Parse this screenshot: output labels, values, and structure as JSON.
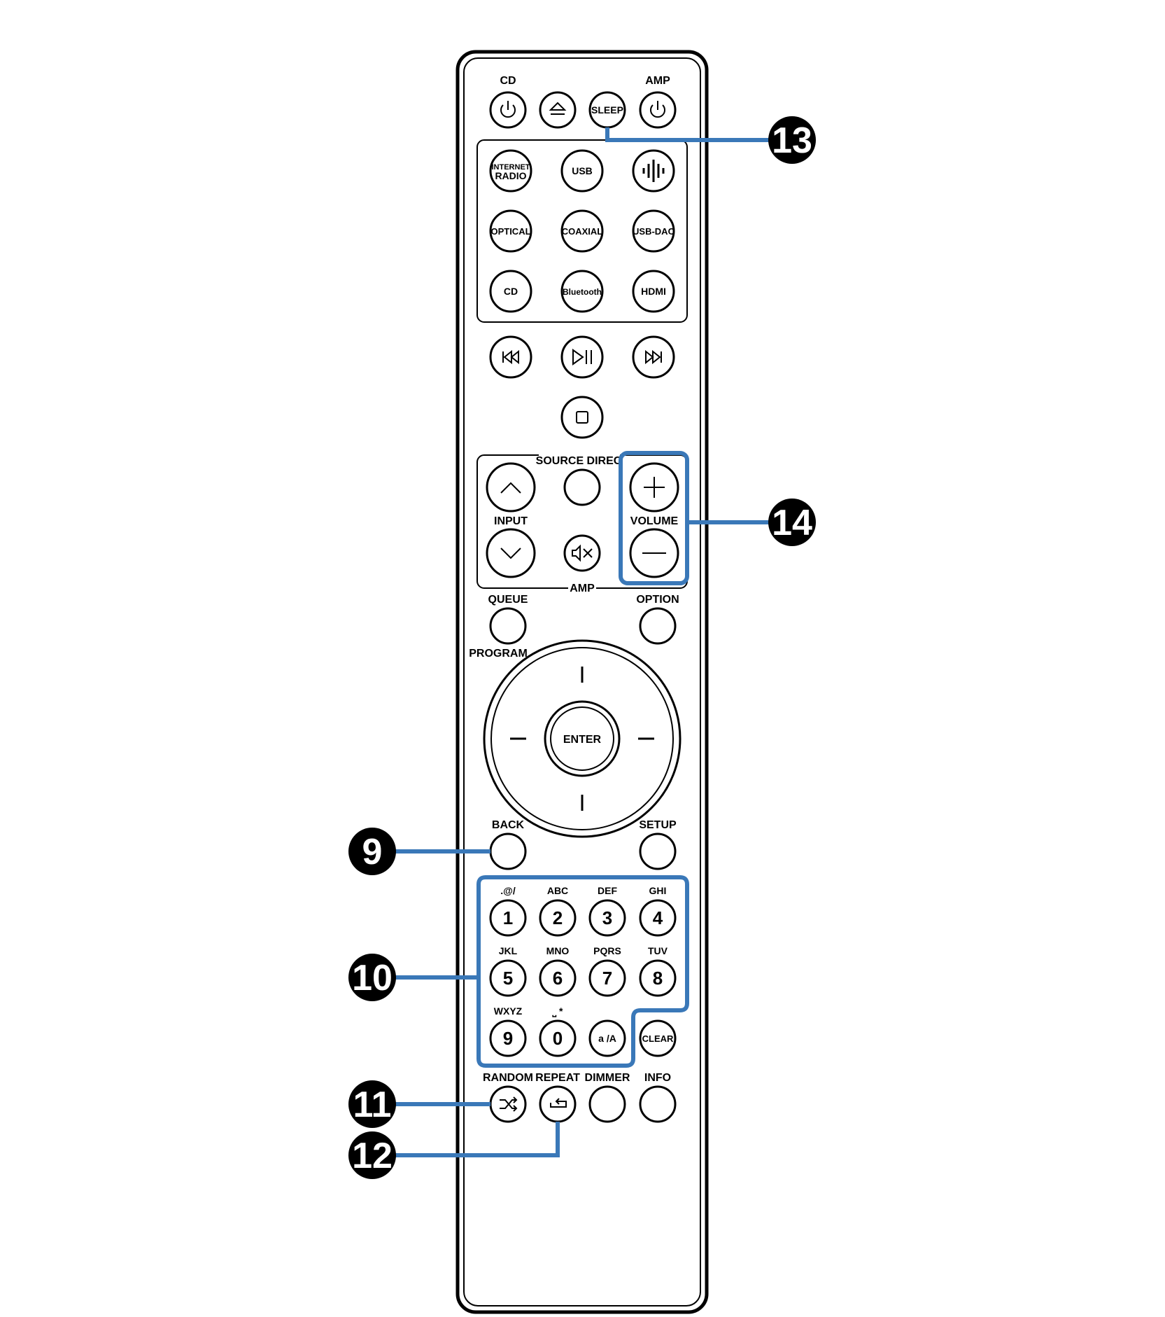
{
  "remote": {
    "top": {
      "cd_label": "CD",
      "amp_label": "AMP",
      "sleep": "SLEEP"
    },
    "sources": {
      "internet_radio_line1": "INTERNET",
      "internet_radio_line2": "RADIO",
      "usb": "USB",
      "optical": "OPTICAL",
      "coaxial": "COAXIAL",
      "usb_dac": "USB-DAC",
      "cd": "CD",
      "bluetooth": "Bluetooth",
      "hdmi": "HDMI"
    },
    "amp_panel": {
      "source_direct": "SOURCE DIREC",
      "input": "INPUT",
      "volume": "VOLUME",
      "amp": "AMP"
    },
    "nav": {
      "queue": "QUEUE",
      "option": "OPTION",
      "program": "PROGRAM",
      "enter": "ENTER",
      "back": "BACK",
      "setup": "SETUP"
    },
    "keypad": [
      {
        "num": "1",
        "letters": ".@/"
      },
      {
        "num": "2",
        "letters": "ABC"
      },
      {
        "num": "3",
        "letters": "DEF"
      },
      {
        "num": "4",
        "letters": "GHI"
      },
      {
        "num": "5",
        "letters": "JKL"
      },
      {
        "num": "6",
        "letters": "MNO"
      },
      {
        "num": "7",
        "letters": "PQRS"
      },
      {
        "num": "8",
        "letters": "TUV"
      },
      {
        "num": "9",
        "letters": "WXYZ"
      },
      {
        "num": "0",
        "letters": "⎵ *"
      }
    ],
    "keypad_extra": {
      "case_toggle": "a /A",
      "clear": "CLEAR"
    },
    "bottom": {
      "random": "RANDOM",
      "repeat": "REPEAT",
      "dimmer": "DIMMER",
      "info": "INFO"
    }
  },
  "callouts": [
    {
      "id": "9",
      "label": "9"
    },
    {
      "id": "10",
      "label": "10"
    },
    {
      "id": "11",
      "label": "11"
    },
    {
      "id": "12",
      "label": "12"
    },
    {
      "id": "13",
      "label": "13"
    },
    {
      "id": "14",
      "label": "14"
    }
  ],
  "colors": {
    "callout_line": "#3a78b8",
    "body_stroke": "#000000",
    "badge": "#000000"
  }
}
